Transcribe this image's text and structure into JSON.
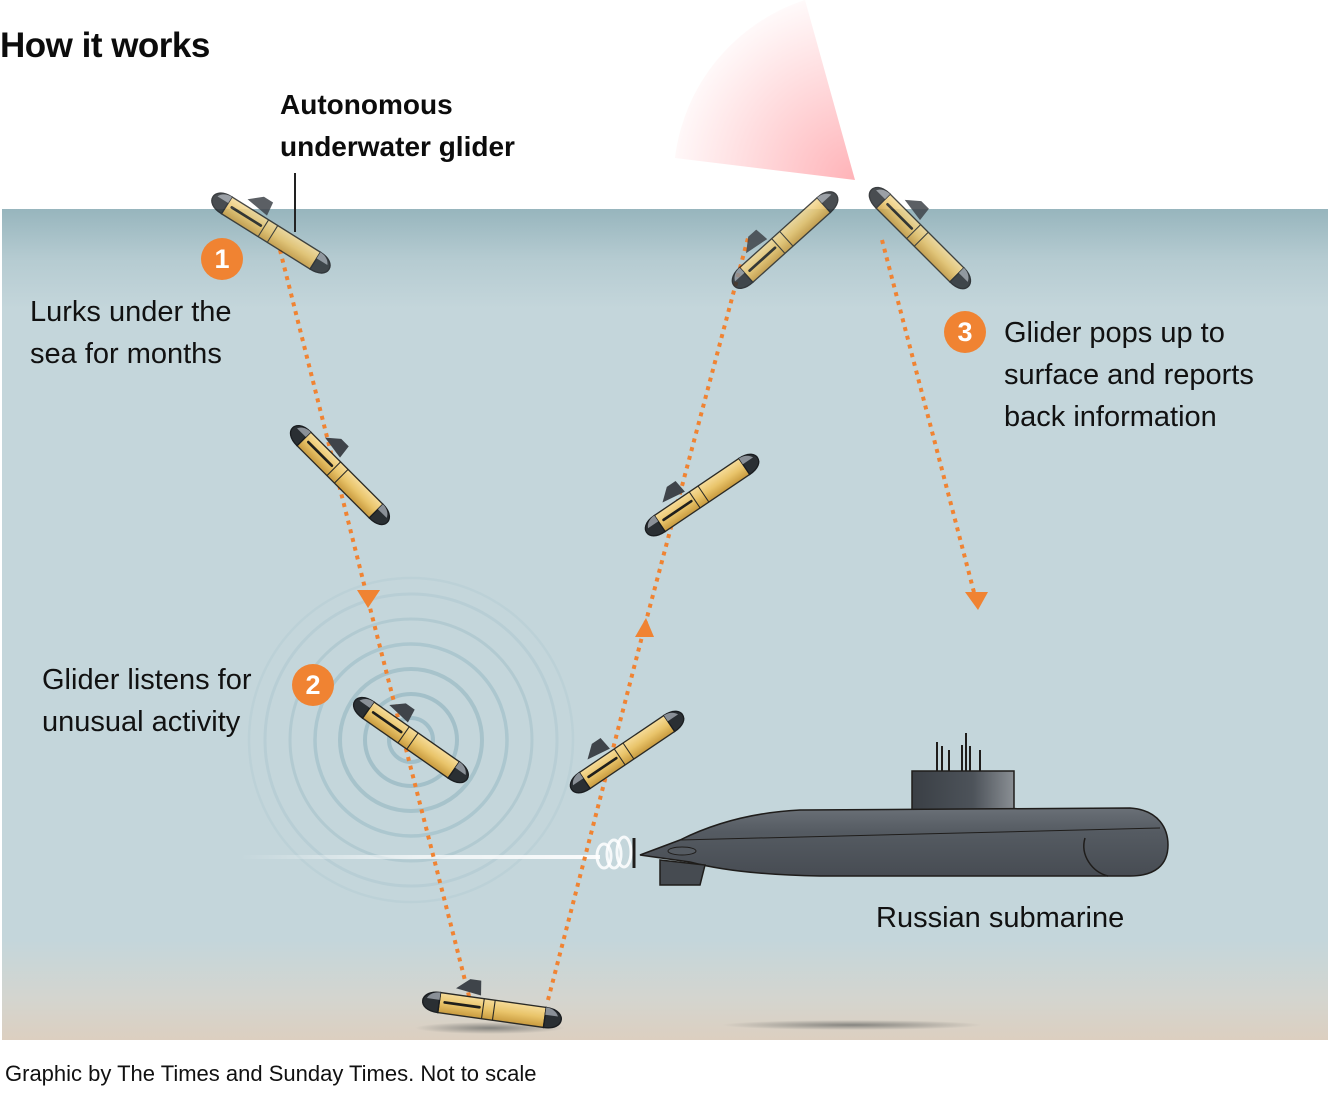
{
  "title": "How it works",
  "glider_label": {
    "line1": "Autonomous",
    "line2": "underwater glider"
  },
  "steps": [
    {
      "number": "1",
      "lines": [
        "Lurks under the",
        "sea for months"
      ]
    },
    {
      "number": "2",
      "lines": [
        "Glider listens for",
        "unusual activity"
      ]
    },
    {
      "number": "3",
      "lines": [
        "Glider pops up to",
        "surface and reports",
        "back information"
      ]
    }
  ],
  "submarine_label": "Russian submarine",
  "credit": "Graphic by The Times and Sunday Times. Not to scale",
  "colors": {
    "accent_orange": "#f08332",
    "sea_top": "#97b5bd",
    "sea_mid": "#c4d6db",
    "seabed": "#dccfc0",
    "glider_body": "#e9c46a",
    "glider_cap": "#2a2f33",
    "submarine_hull": "#4b5158",
    "signal_beam": "#ffb3b8",
    "sonar_ring": "#9dbcc6"
  },
  "icons": {
    "glider": "glider-icon",
    "submarine": "submarine-icon",
    "signal": "signal-beam-icon",
    "sonar": "sonar-rings-icon",
    "arrow": "path-arrow-icon"
  }
}
